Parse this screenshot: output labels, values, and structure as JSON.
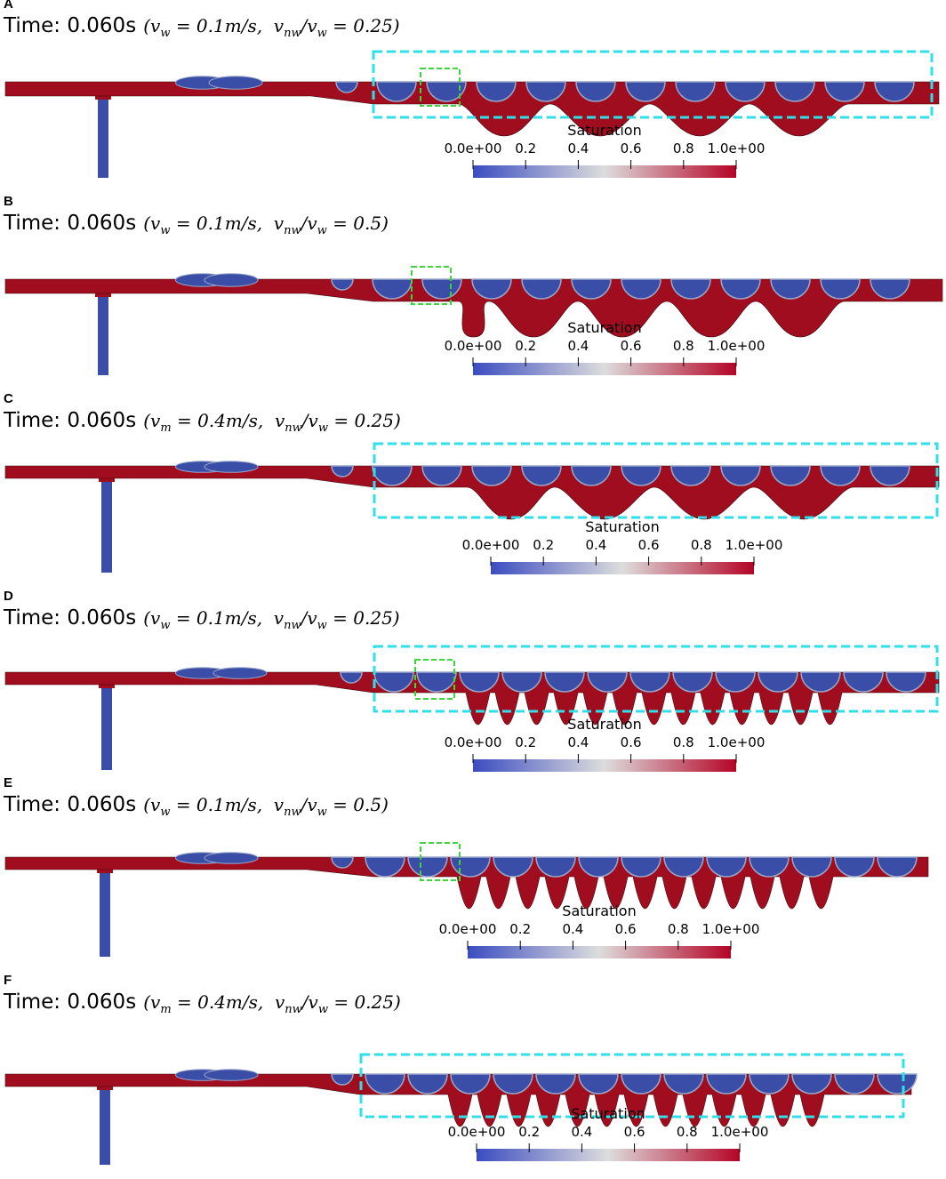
{
  "panels": [
    {
      "letter": "A",
      "time_label": "Time: 0.060s",
      "params": {
        "v_symbol": "v",
        "v_sub": "w",
        "v_value": "= 0.1m/s,",
        "ratio_num": "v",
        "ratio_num_sub": "nw",
        "ratio_den": "/v",
        "ratio_den_sub": "w",
        "ratio_value": "= 0.25)"
      }
    },
    {
      "letter": "B",
      "time_label": "Time: 0.060s",
      "params": {
        "v_symbol": "v",
        "v_sub": "w",
        "v_value": "= 0.1m/s,",
        "ratio_num": "v",
        "ratio_num_sub": "nw",
        "ratio_den": "/v",
        "ratio_den_sub": "w",
        "ratio_value": "= 0.5)"
      }
    },
    {
      "letter": "C",
      "time_label": "Time: 0.060s",
      "params": {
        "v_symbol": "v",
        "v_sub": "m",
        "v_value": "= 0.4m/s,",
        "ratio_num": "v",
        "ratio_num_sub": "nw",
        "ratio_den": "/v",
        "ratio_den_sub": "w",
        "ratio_value": "= 0.25)"
      }
    },
    {
      "letter": "D",
      "time_label": "Time: 0.060s",
      "params": {
        "v_symbol": "v",
        "v_sub": "w",
        "v_value": "= 0.1m/s,",
        "ratio_num": "v",
        "ratio_num_sub": "nw",
        "ratio_den": "/v",
        "ratio_den_sub": "w",
        "ratio_value": "= 0.25)"
      }
    },
    {
      "letter": "E",
      "time_label": "Time: 0.060s",
      "params": {
        "v_symbol": "v",
        "v_sub": "w",
        "v_value": "= 0.1m/s,",
        "ratio_num": "v",
        "ratio_num_sub": "nw",
        "ratio_den": "/v",
        "ratio_den_sub": "w",
        "ratio_value": "= 0.5)"
      }
    },
    {
      "letter": "F",
      "time_label": "Time: 0.060s",
      "params": {
        "v_symbol": "v",
        "v_sub": "m",
        "v_value": "= 0.4m/s,",
        "ratio_num": "v",
        "ratio_num_sub": "nw",
        "ratio_den": "/v",
        "ratio_den_sub": "w",
        "ratio_value": "= 0.25)"
      }
    }
  ],
  "colorbar": {
    "title": "Saturation",
    "ticks": [
      "0.0e+00",
      "0.2",
      "0.4",
      "0.6",
      "0.8",
      "1.0e+00"
    ],
    "low_color": "#3b4cc0",
    "mid_color": "#dddddd",
    "high_color": "#b40426"
  },
  "colors": {
    "wetting_phase": "#a00d1e",
    "droplet": "#3a4ea8",
    "droplet_rim": "#9aa6c8",
    "highlight_box": "#2fe0ea",
    "zoom_box": "#3cd63c"
  }
}
